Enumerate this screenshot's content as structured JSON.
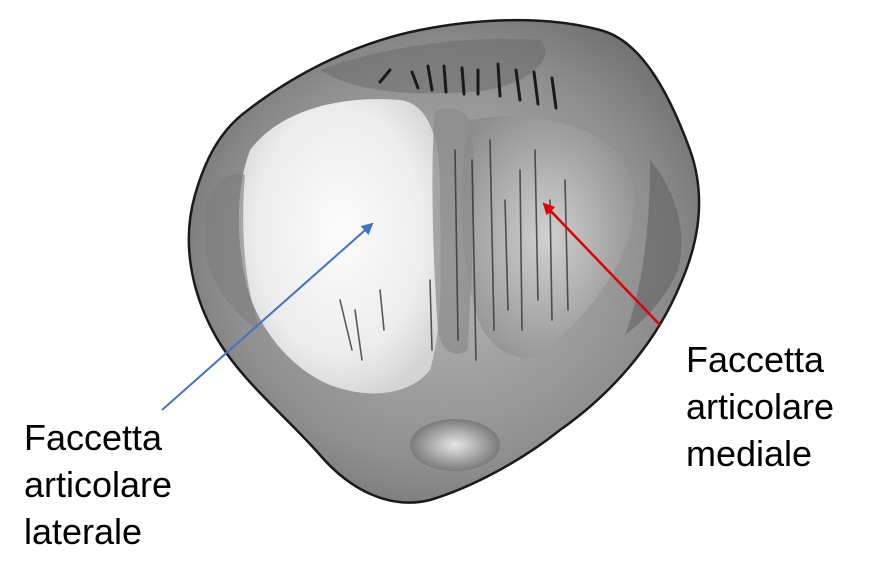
{
  "labels": {
    "lateral": {
      "lines": [
        "Faccetta",
        "articolare",
        "laterale"
      ],
      "arrow_color": "#4472c4"
    },
    "medial": {
      "lines": [
        "Faccetta",
        "articolare",
        "mediale"
      ],
      "arrow_color": "#e00000"
    }
  },
  "illustration": {
    "subject": "patella-articular-surface-drawing",
    "colors": {
      "outline": "#1a1a1a",
      "light_facet": "#f2f2f2",
      "mid_tone": "#a8a8a8",
      "dark_tone": "#6a6a6a"
    }
  }
}
